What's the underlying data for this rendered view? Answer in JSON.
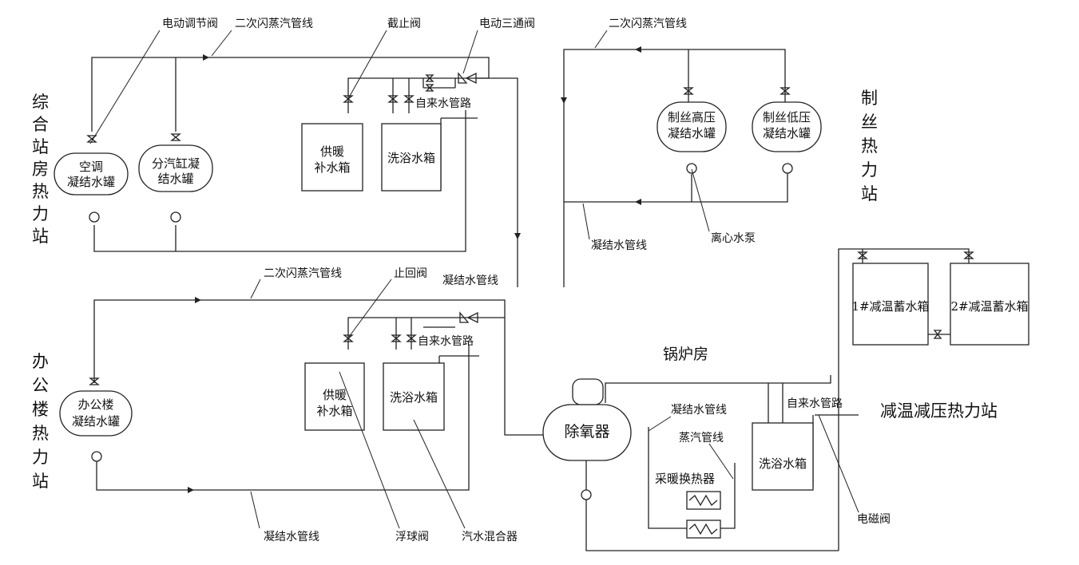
{
  "stations": {
    "comprehensive": "综合站房热力站",
    "office": "办公楼热力站",
    "silk": "制丝热力站",
    "reduce": "减温减压热力站",
    "boiler": "锅炉房"
  },
  "components": {
    "ac_tank_l1": "空调",
    "ac_tank_l2": "凝结水罐",
    "split_tank_l1": "分汽缸凝",
    "split_tank_l2": "结水罐",
    "heat_makeup_l1": "供暖",
    "heat_makeup_l2": "补水箱",
    "bath_tank": "洗浴水箱",
    "hp_tank_l1": "制丝高压",
    "hp_tank_l2": "凝结水罐",
    "lp_tank_l1": "制丝低压",
    "lp_tank_l2": "凝结水罐",
    "office_tank_l1": "办公楼",
    "office_tank_l2": "凝结水罐",
    "store1": "1#减温蓄水箱",
    "store2": "2#减温蓄水箱",
    "deaerator": "除氧器",
    "heat_exchanger": "采暖换热器"
  },
  "labels": {
    "motor_reg_valve": "电动调节阀",
    "flash_line": "二次闪蒸汽管线",
    "stop_valve": "截止阀",
    "three_way_valve": "电动三通阀",
    "tap_water": "自来水管路",
    "condensate_line": "凝结水管线",
    "centrifugal_pump": "离心水泵",
    "check_valve": "止回阀",
    "float_valve": "浮球阀",
    "mixer": "汽水混合器",
    "steam_line": "蒸汽管线",
    "solenoid_valve": "电磁阀"
  }
}
